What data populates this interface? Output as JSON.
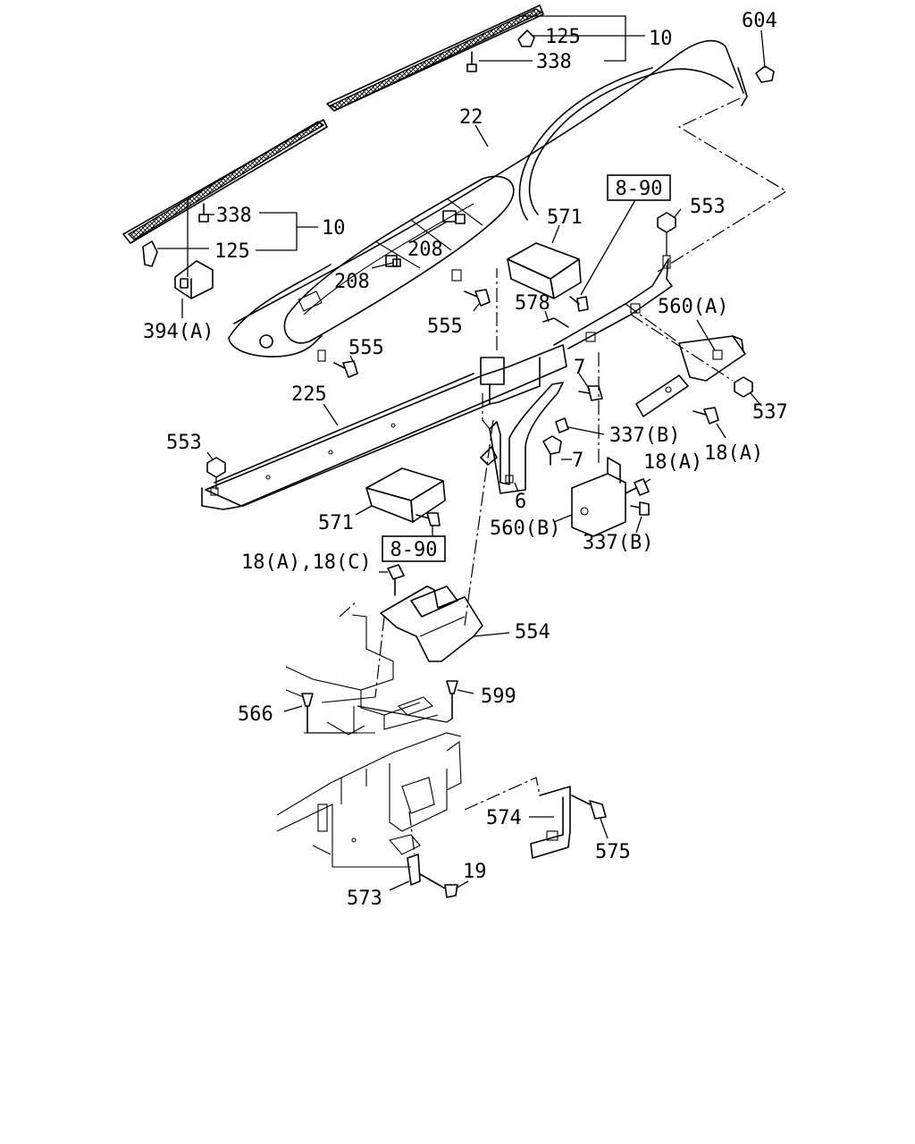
{
  "callouts": [
    {
      "id": "c604",
      "text": "604"
    },
    {
      "id": "c125a",
      "text": "125"
    },
    {
      "id": "c10a",
      "text": "10"
    },
    {
      "id": "c338a",
      "text": "338"
    },
    {
      "id": "c22",
      "text": "22"
    },
    {
      "id": "c338b",
      "text": "338"
    },
    {
      "id": "c10b",
      "text": "10"
    },
    {
      "id": "c125b",
      "text": "125"
    },
    {
      "id": "c571a",
      "text": "571"
    },
    {
      "id": "c553a",
      "text": "553"
    },
    {
      "id": "c208a",
      "text": "208"
    },
    {
      "id": "c208b",
      "text": "208"
    },
    {
      "id": "c578",
      "text": "578"
    },
    {
      "id": "c560a",
      "text": "560(A)"
    },
    {
      "id": "c555a",
      "text": "555"
    },
    {
      "id": "c394a",
      "text": "394(A)"
    },
    {
      "id": "c555b",
      "text": "555"
    },
    {
      "id": "c7a",
      "text": "7"
    },
    {
      "id": "c225",
      "text": "225"
    },
    {
      "id": "c537",
      "text": "537"
    },
    {
      "id": "c337b1",
      "text": "337(B)"
    },
    {
      "id": "c18a1",
      "text": "18(A)"
    },
    {
      "id": "c553b",
      "text": "553"
    },
    {
      "id": "c7b",
      "text": "7"
    },
    {
      "id": "c18a2",
      "text": "18(A)"
    },
    {
      "id": "c6",
      "text": "6"
    },
    {
      "id": "c571b",
      "text": "571"
    },
    {
      "id": "c560b",
      "text": "560(B)"
    },
    {
      "id": "c337b2",
      "text": "337(B)"
    },
    {
      "id": "c18ac",
      "text": "18(A),18(C)"
    },
    {
      "id": "c554",
      "text": "554"
    },
    {
      "id": "c599",
      "text": "599"
    },
    {
      "id": "c566",
      "text": "566"
    },
    {
      "id": "c574",
      "text": "574"
    },
    {
      "id": "c575",
      "text": "575"
    },
    {
      "id": "c19",
      "text": "19"
    },
    {
      "id": "c573",
      "text": "573"
    }
  ],
  "reference_boxes": [
    {
      "id": "r890a",
      "text": "8-90"
    },
    {
      "id": "r890b",
      "text": "8-90"
    }
  ]
}
